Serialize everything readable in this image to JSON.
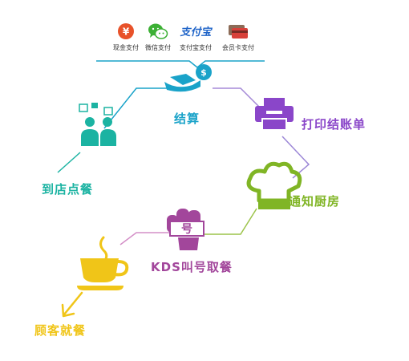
{
  "payments": [
    {
      "label": "现金支付",
      "icon": "yen-coin-icon",
      "color": "#e8522a"
    },
    {
      "label": "微信支付",
      "icon": "wechat-icon",
      "color": "#3cb034"
    },
    {
      "label": "支付宝支付",
      "icon": "alipay-logo",
      "logo_text": "支付宝",
      "color": "#1f64c8"
    },
    {
      "label": "会员卡支付",
      "icon": "member-card-icon",
      "color": "#d8413a"
    }
  ],
  "steps": [
    {
      "id": "checkout",
      "label": "结算",
      "icon": "hand-coin-icon",
      "color": "#1aa3c9"
    },
    {
      "id": "print",
      "label": "打印结账单",
      "icon": "printer-icon",
      "color": "#8a46c9"
    },
    {
      "id": "kitchen",
      "label": "通知厨房",
      "icon": "chef-hat-icon",
      "color": "#80b525"
    },
    {
      "id": "kds",
      "label": "KDS叫号取餐",
      "icon": "number-sign-hand-icon",
      "sign_text": "号",
      "color": "#a2469b"
    },
    {
      "id": "order",
      "label": "到店点餐",
      "icon": "people-chat-icon",
      "color": "#1bb3a2"
    },
    {
      "id": "dine",
      "label": "顾客就餐",
      "icon": "coffee-cup-icon",
      "color": "#f0c518"
    }
  ]
}
